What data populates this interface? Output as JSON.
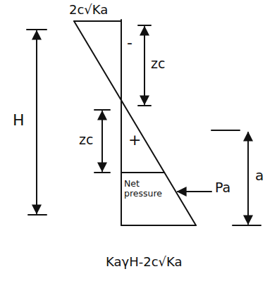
{
  "diagram": {
    "labels": [
      "2c√Ka",
      "-",
      "zc",
      "zc",
      "+",
      "Net pressure",
      "Pa",
      "H",
      "a",
      "KaγH-2c√Ka"
    ]
  }
}
